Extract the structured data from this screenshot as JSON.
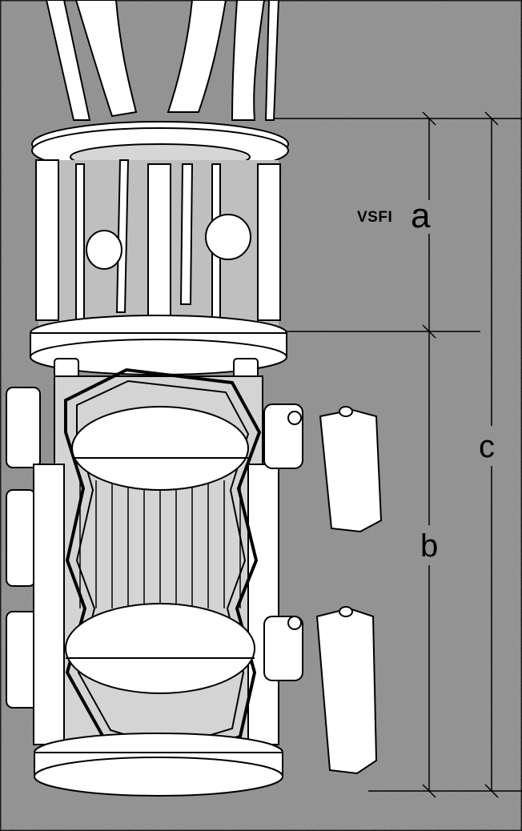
{
  "figure": {
    "prefix_label": "VSFI",
    "label_a": "a",
    "label_b": "b",
    "label_c": "c"
  },
  "colors": {
    "background": "#8c8c8c",
    "line": "#000000",
    "fill": "#ffffff"
  }
}
